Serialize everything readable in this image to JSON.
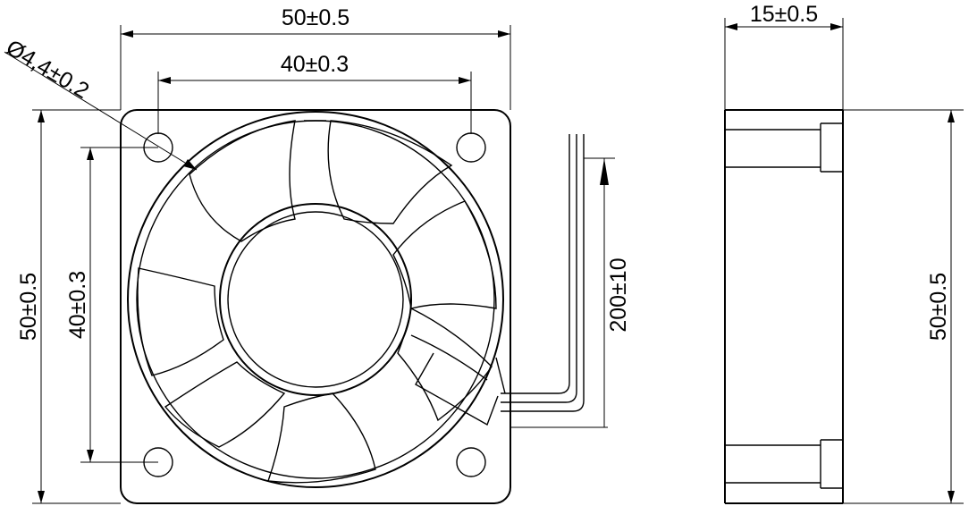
{
  "front_view": {
    "overall_width": "50±0.5",
    "hole_spacing_width": "40±0.3",
    "hole_diameter": "Ø4,4±0.2",
    "overall_height": "50±0.5",
    "hole_spacing_height": "40±0.3",
    "cable_length": "200±10"
  },
  "side_view": {
    "thickness": "15±0.5",
    "overall_height": "50±0.5"
  }
}
